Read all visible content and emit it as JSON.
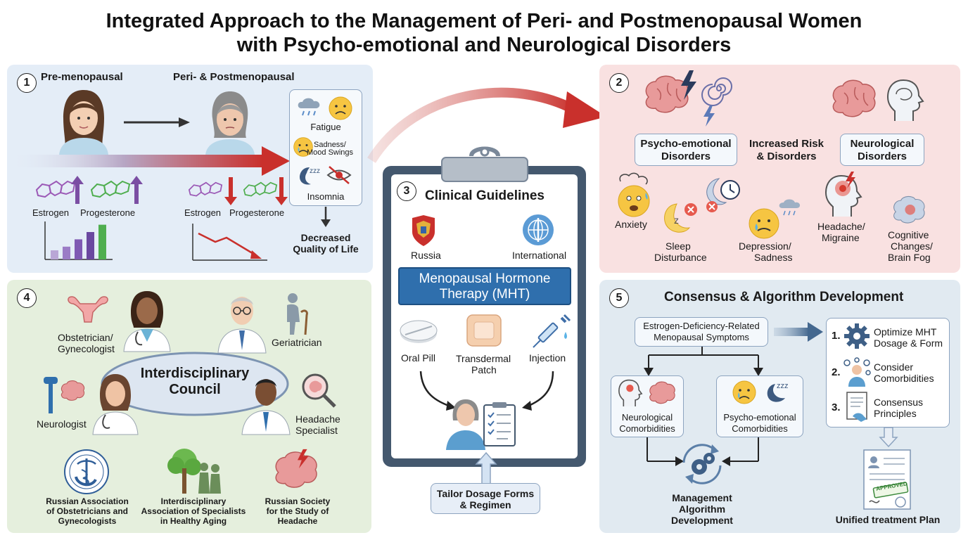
{
  "title": {
    "line1": "Integrated Approach to the Management of Peri- and Postmenopausal Women",
    "line2": "with Psycho-emotional and Neurological Disorders"
  },
  "panel1": {
    "number": "1",
    "pre_label": "Pre-menopausal",
    "peri_label": "Peri- & Postmenopausal",
    "estrogen_left": "Estrogen",
    "progesterone_left": "Progesterone",
    "estrogen_right": "Estrogen",
    "progesterone_right": "Progesterone",
    "symptoms": [
      "Fatigue",
      "Sadness/",
      "Mood Swings",
      "Insomnia"
    ],
    "outcome_line1": "Decreased",
    "outcome_line2": "Quality of Life",
    "hormone_bars": [
      0.25,
      0.35,
      0.55,
      0.75,
      0.95
    ]
  },
  "panel2": {
    "number": "2",
    "psycho_line1": "Psycho-emotional",
    "psycho_line2": "Disorders",
    "risk_line1": "Increased Risk",
    "risk_line2": "& Disorders",
    "neuro_line1": "Neurological",
    "neuro_line2": "Disorders",
    "anxiety": "Anxiety",
    "sleep_line1": "Sleep",
    "sleep_line2": "Disturbance",
    "depression_line1": "Depression/",
    "depression_line2": "Sadness",
    "headache_line1": "Headache/",
    "headache_line2": "Migraine",
    "cognitive_line1": "Cognitive",
    "cognitive_line2": "Changes/",
    "cognitive_line3": "Brain Fog"
  },
  "panel3": {
    "number": "3",
    "title": "Clinical Guidelines",
    "russia": "Russia",
    "international": "International",
    "mht_line1": "Menopausal Hormone",
    "mht_line2": "Therapy (MHT)",
    "oral": "Oral Pill",
    "patch_line1": "Transdermal",
    "patch_line2": "Patch",
    "injection": "Injection",
    "tailor_line1": "Tailor Dosage Forms",
    "tailor_line2": "& Regimen"
  },
  "panel4": {
    "number": "4",
    "obgyn_line1": "Obstetrician/",
    "obgyn_line2": "Gynecologist",
    "geriatrician": "Geriatrician",
    "council_line1": "Interdisciplinary",
    "council_line2": "Council",
    "neurologist": "Neurologist",
    "headache_line1": "Headache",
    "headache_line2": "Specialist",
    "org1_line1": "Russian Association",
    "org1_line2": "of Obstetricians and",
    "org1_line3": "Gynecologists",
    "org2_line1": "Interdisciplinary",
    "org2_line2": "Association of Specialists",
    "org2_line3": "in Healthy Aging",
    "org3_line1": "Russian Society",
    "org3_line2": "for the Study of",
    "org3_line3": "Headache"
  },
  "panel5": {
    "number": "5",
    "title": "Consensus & Algorithm Development",
    "symptoms_line1": "Estrogen-Deficiency-Related",
    "symptoms_line2": "Menopausal Symptoms",
    "neuro_line1": "Neurological",
    "neuro_line2": "Comorbidities",
    "psycho_line1": "Psycho-emotional",
    "psycho_line2": "Comorbidities",
    "algo_line1": "Management",
    "algo_line2": "Algorithm",
    "algo_line3": "Development",
    "step1_num": "1.",
    "step1_line1": "Optimize MHT",
    "step1_line2": "Dosage & Form",
    "step2_num": "2.",
    "step2_line1": "Consider",
    "step2_line2": "Comorbidities",
    "step3_num": "3.",
    "step3_line1": "Consensus",
    "step3_line2": "Principles",
    "approved": "APPROVED",
    "plan": "Unified treatment Plan"
  },
  "icons": [
    "cloud-rain-icon",
    "sad-face-icon",
    "crying-face-icon",
    "moon-icon",
    "eye-slash-icon",
    "brain-icon",
    "lightning-icon",
    "spiral-icon",
    "head-profile-icon",
    "clock-icon",
    "pill-icon",
    "patch-icon",
    "syringe-icon",
    "clipboard-icon",
    "gear-icon",
    "uterus-icon",
    "cane-icon",
    "magnifier-icon",
    "tree-icon",
    "caduceus-icon",
    "russia-emblem-icon",
    "who-emblem-icon"
  ],
  "colors": {
    "panel1_bg": "#e4edf7",
    "panel2_bg": "#f9e1e1",
    "panel4_bg": "#e5efdd",
    "panel5_bg": "#e1eaf1",
    "mht_blue": "#2f6fad",
    "red_arrow": "#c9302c",
    "clipboard_frame": "#44586e"
  }
}
